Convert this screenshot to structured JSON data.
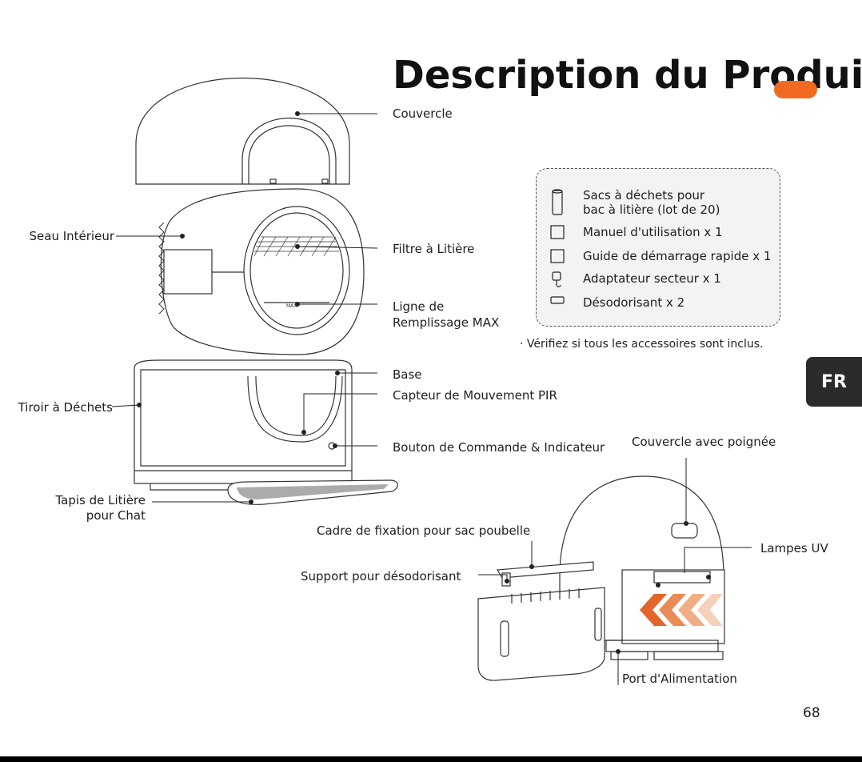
{
  "title": "Description du Produit",
  "brand_color": "#f26a21",
  "labels": {
    "couvercle": "Couvercle",
    "seau_interieur": "Seau Intérieur",
    "filtre_litiere": "Filtre à Litière",
    "ligne_remplissage_1": "Ligne de",
    "ligne_remplissage_2": "Remplissage MAX",
    "base": "Base",
    "capteur": "Capteur de Mouvement PIR",
    "tiroir": "Tiroir à Déchets",
    "bouton": "Bouton de Commande & Indicateur",
    "tapis_1": "Tapis de Litière",
    "tapis_2": "pour Chat",
    "couvercle_poignee": "Couvercle avec poignée",
    "cadre": "Cadre de fixation pour sac poubelle",
    "support": "Support pour désodorisant",
    "lampes_uv": "Lampes UV",
    "port": "Port d'Alimentation"
  },
  "accessories": [
    {
      "icon": "bag-roll-icon",
      "line1": "Sacs à déchets pour",
      "line2": "bac à litière (lot de 20)"
    },
    {
      "icon": "square-icon",
      "line1": "Manuel d'utilisation x 1"
    },
    {
      "icon": "square-icon",
      "line1": "Guide de démarrage rapide x 1"
    },
    {
      "icon": "adapter-icon",
      "line1": "Adaptateur secteur x 1"
    },
    {
      "icon": "deodorizer-icon",
      "line1": "Désodorisant x 2"
    }
  ],
  "accessories_note": "· Vérifiez si tous les accessoires sont inclus.",
  "side_tab": "FR",
  "page_number": "68"
}
